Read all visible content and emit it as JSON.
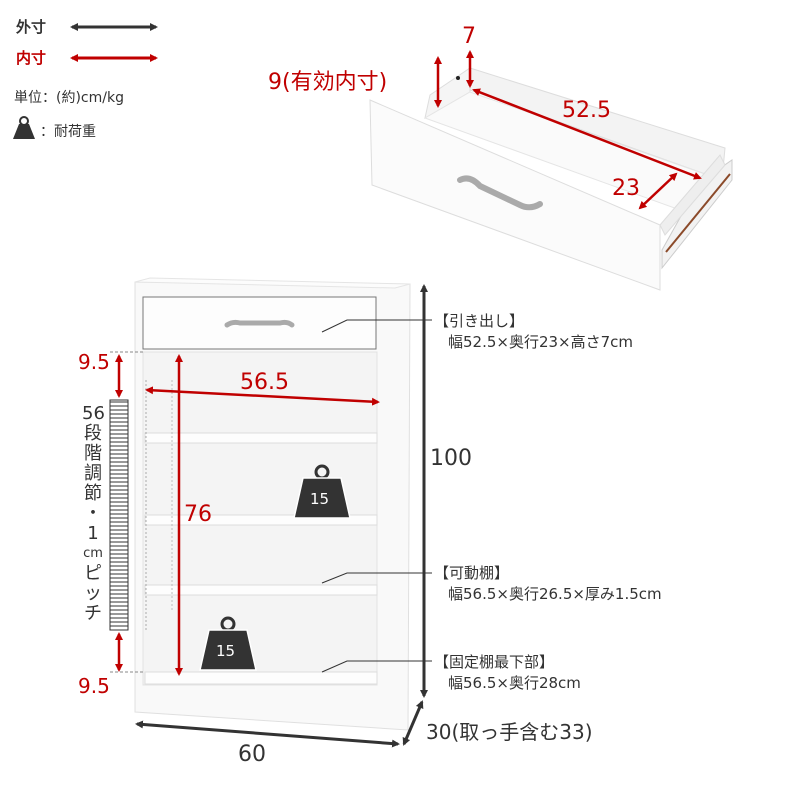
{
  "legend": {
    "outer_label": "外寸",
    "inner_label": "内寸",
    "unit_text": "単位：(約)cm/kg",
    "load_text": "：耐荷重",
    "outer_color": "#333333",
    "inner_color": "#c00000"
  },
  "drawer_diagram": {
    "effective_height": "9(有効内寸)",
    "inner_height": "7",
    "inner_width": "52.5",
    "inner_depth": "23"
  },
  "cabinet_diagram": {
    "top_gap": "9.5",
    "bottom_gap": "9.5",
    "adjust_text": [
      "56",
      "段",
      "階",
      "調",
      "節",
      "・",
      "1",
      "cm",
      "ピ",
      "ッ",
      "チ"
    ],
    "inner_width": "56.5",
    "inner_height": "76",
    "outer_height": "100",
    "outer_width": "60",
    "outer_depth": "30(取っ手含む33)",
    "shelf_load": "15",
    "bottom_load": "15"
  },
  "callouts": [
    {
      "title": "【引き出し】",
      "body": "幅52.5×奥行23×高さ7cm"
    },
    {
      "title": "【可動棚】",
      "body": "幅56.5×奥行26.5×厚み1.5cm"
    },
    {
      "title": "【固定棚最下部】",
      "body": "幅56.5×奥行28cm"
    }
  ]
}
